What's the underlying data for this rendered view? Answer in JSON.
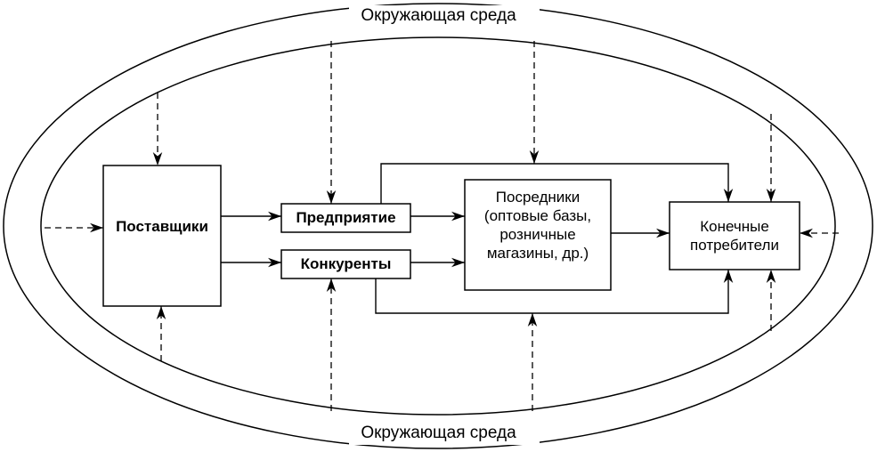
{
  "environment": {
    "top_label": "Окружающая среда",
    "bottom_label": "Окружающая среда"
  },
  "nodes": {
    "suppliers": "Поставщики",
    "enterprise": "Предприятие",
    "competitors": "Конкуренты",
    "intermediaries": [
      "Посредники",
      "(оптовые базы,",
      "розничные",
      "магазины, др.)"
    ],
    "consumers": [
      "Конечные",
      "потребители"
    ]
  },
  "colors": {
    "line": "#000000",
    "background": "#ffffff"
  }
}
